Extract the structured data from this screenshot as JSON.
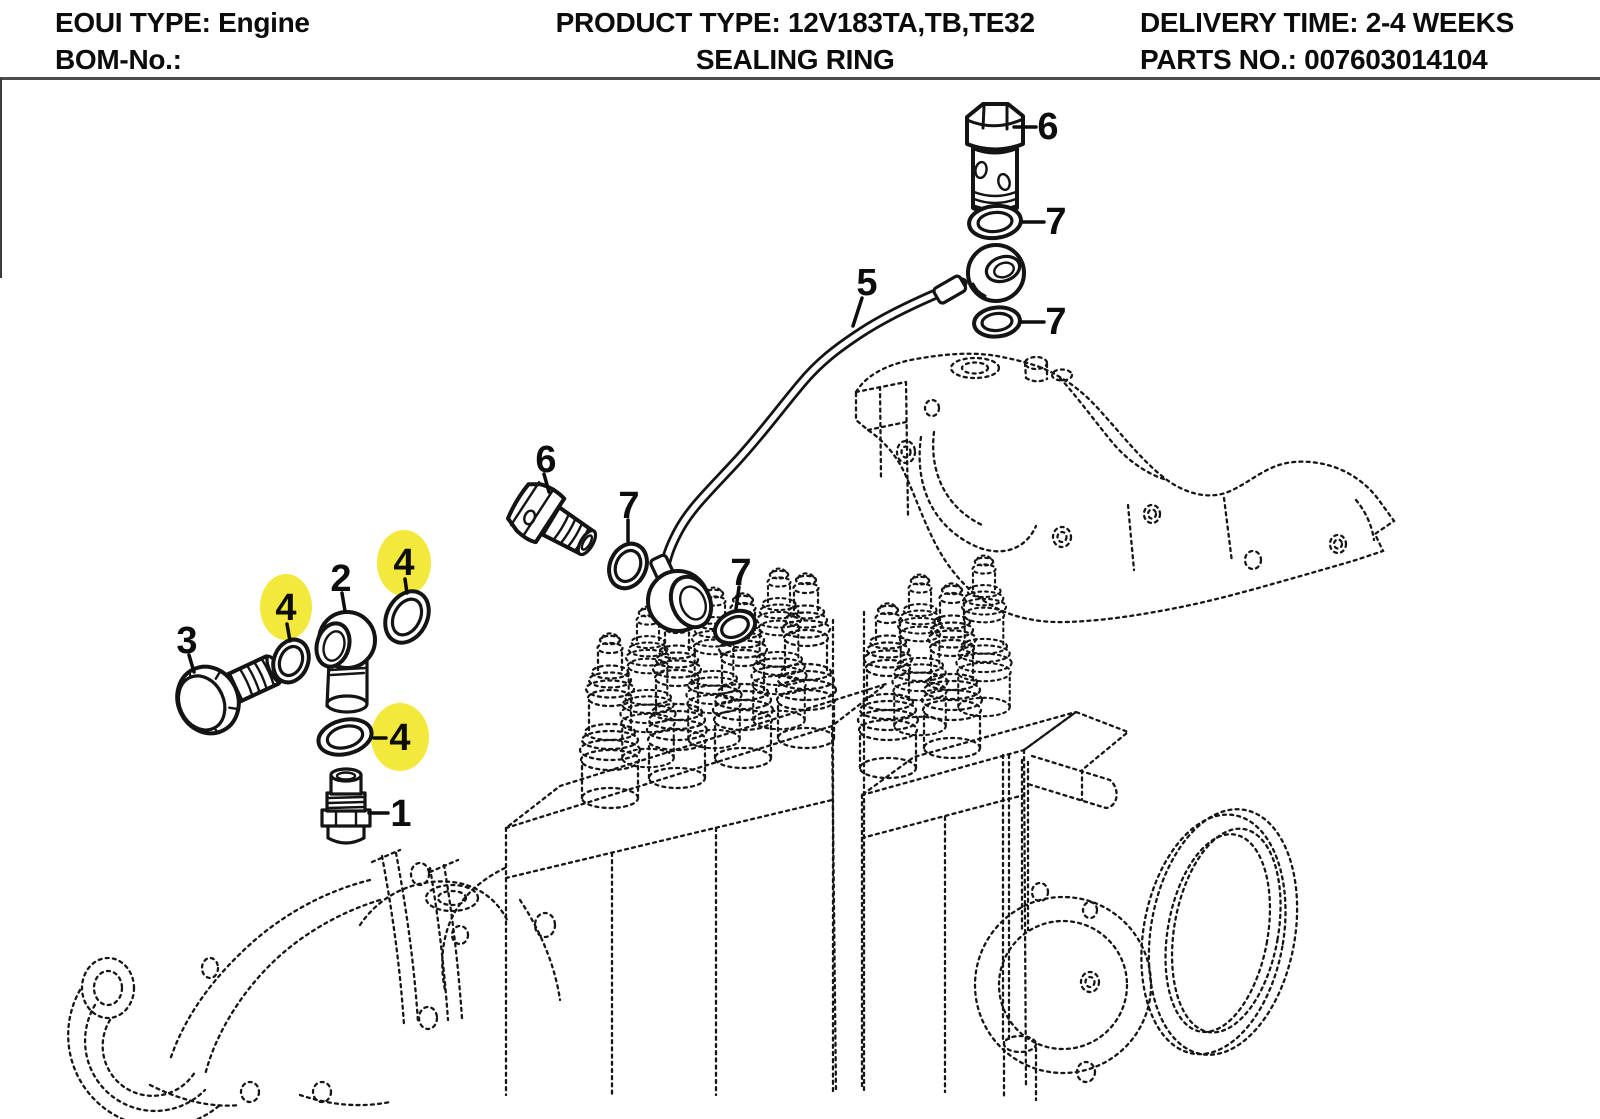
{
  "header": {
    "left": {
      "line1": "EOUI TYPE: Engine",
      "line2": "BOM-No.:"
    },
    "center": {
      "line1": "PRODUCT TYPE: 12V183TA,TB,TE32",
      "line2": "SEALING RING"
    },
    "right": {
      "line1": "DELIVERY TIME: 2-4 WEEKS",
      "line2": "PARTS NO.: 007603014104"
    }
  },
  "diagram": {
    "highlight_color": "#f2e93c",
    "line_color": "#141414",
    "labels": [
      {
        "id": "callout-6-top",
        "text": "6",
        "highlighted": false
      },
      {
        "id": "callout-7-upper",
        "text": "7",
        "highlighted": false
      },
      {
        "id": "callout-5-pipe",
        "text": "5",
        "highlighted": false
      },
      {
        "id": "callout-7-lower",
        "text": "7",
        "highlighted": false
      },
      {
        "id": "callout-6-mid",
        "text": "6",
        "highlighted": false
      },
      {
        "id": "callout-7-mid",
        "text": "7",
        "highlighted": false
      },
      {
        "id": "callout-7-banjo",
        "text": "7",
        "highlighted": false
      },
      {
        "id": "callout-2",
        "text": "2",
        "highlighted": false
      },
      {
        "id": "callout-4-left",
        "text": "4",
        "highlighted": true
      },
      {
        "id": "callout-4-top",
        "text": "4",
        "highlighted": true
      },
      {
        "id": "callout-4-bottom",
        "text": "4",
        "highlighted": true
      },
      {
        "id": "callout-3",
        "text": "3",
        "highlighted": false
      },
      {
        "id": "callout-1",
        "text": "1",
        "highlighted": false
      }
    ]
  }
}
